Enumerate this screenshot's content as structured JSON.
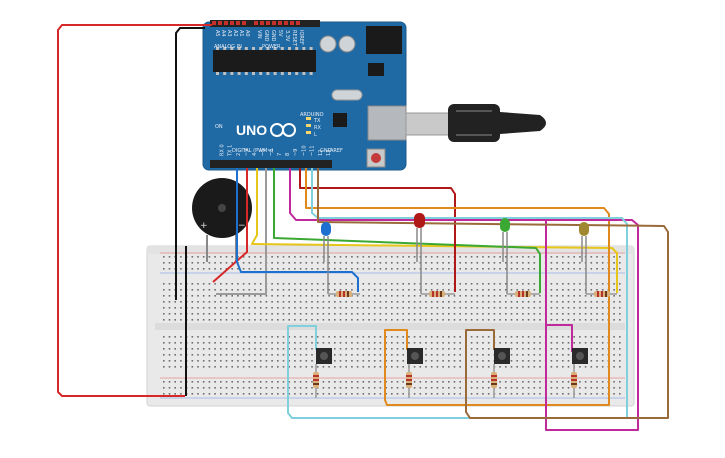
{
  "board": {
    "logo": "UNO",
    "brand": "ARDUINO",
    "analog_header": "ANALOG IN",
    "power_header": "POWER",
    "digital_header": "DIGITAL (PWM~)",
    "tx": "TX",
    "rx": "RX",
    "l": "L",
    "on": "ON",
    "aref": "AREF",
    "gnd": "GND",
    "power_pins": [
      "VIN",
      "GND",
      "GND",
      "5V",
      "3.3V",
      "RESET",
      "IOREF"
    ],
    "analog_pins": [
      "A5",
      "A4",
      "A3",
      "A2",
      "A1",
      "A0"
    ],
    "digital_pins": [
      "13",
      "12",
      "~11",
      "~10",
      "~9",
      "8",
      "7",
      "~6",
      "~5",
      "4",
      "~3",
      "2",
      "TX 1",
      "RX 0"
    ]
  },
  "colors": {
    "board": "#1f6aa5",
    "red": "#d62828",
    "black": "#111111",
    "blue": "#1d6fd0",
    "orange": "#e08a1e",
    "yellow": "#e6c619",
    "green": "#3aa832",
    "magenta": "#c0299a",
    "cyan": "#7fd0dc",
    "brown": "#9a6a3a",
    "breadboard": "#ececec"
  },
  "leds": [
    "blue",
    "red",
    "green",
    "yellow"
  ],
  "icons": [
    "buzzer-icon",
    "pushbutton-icon",
    "resistor-icon",
    "usb-plug-icon",
    "reset-button-icon",
    "power-jack-icon"
  ]
}
